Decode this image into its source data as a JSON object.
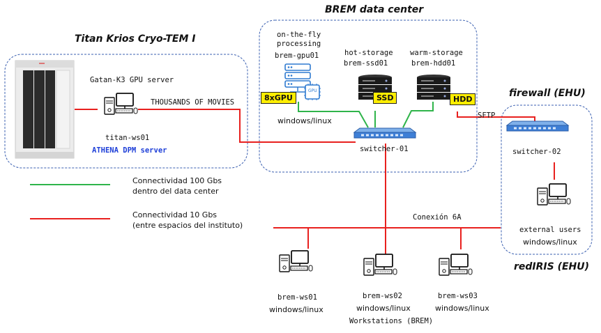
{
  "titles": {
    "titan": "Titan Krios Cryo-TEM I",
    "brem": "BREM data center",
    "firewall": "firewall (EHU)",
    "rediris": "redIRIS (EHU)"
  },
  "nodes": {
    "gatan": "Gatan-K3 GPU server",
    "movies": "THOUSANDS OF MOVIES",
    "titan_ws": "titan-ws01",
    "athena": "ATHENA DPM server",
    "onfly_1": "on-the-fly",
    "onfly_2": "processing",
    "gpu01": "brem-gpu01",
    "hot": "hot-storage",
    "ssd01": "brem-ssd01",
    "warm": "warm-storage",
    "hdd01": "brem-hdd01",
    "gpu_tag": "8xGPU",
    "ssd_tag": "SSD",
    "hdd_tag": "HDD",
    "gpu_chip": "GPU",
    "dc_os": "windows/linux",
    "switcher01": "switcher-01",
    "switcher02": "switcher-02",
    "sftp": "SFTP",
    "conexion": "Conexión 6A",
    "ext_users": "external users",
    "ext_os": "windows/linux",
    "ws01": "brem-ws01",
    "ws01_os": "windows/linux",
    "ws02": "brem-ws02",
    "ws02_os": "windows/linux",
    "ws03": "brem-ws03",
    "ws03_os": "windows/linux",
    "workstations": "Workstations (BREM)"
  },
  "legend": {
    "green_1": "Connectividad 100 Gbs",
    "green_2": "dentro del data center",
    "red_1": "Connectividad 10 Gbs",
    "red_2": "(entre espacios del instituto)"
  },
  "colors": {
    "link_10g": "#e8201e",
    "link_100g": "#2fb44a",
    "group_border": "#3a5fb0",
    "tag_fill": "#ffee00",
    "athena_text": "#1e3fd8",
    "gpu_blue": "#2e7ad0"
  }
}
